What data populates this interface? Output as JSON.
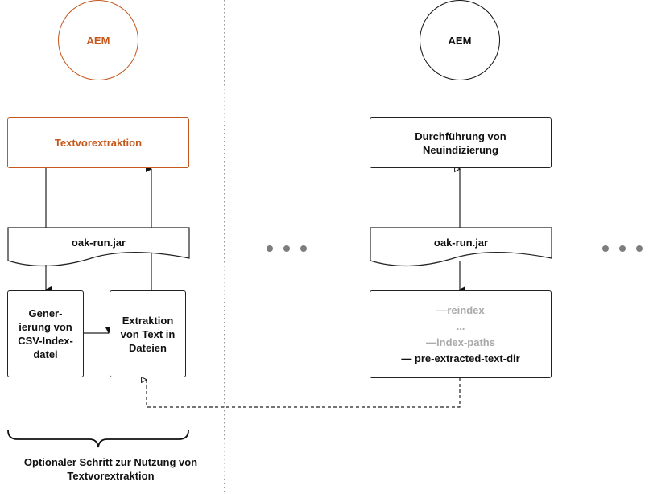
{
  "left": {
    "aem_label": "AEM",
    "textvorextraktion_label": "Textvorextraktion",
    "oak_run_label": "oak-run.jar",
    "csv_box_lines": [
      "Gener-",
      "ierung von",
      "CSV-Index-",
      "datei"
    ],
    "extraction_box_lines": [
      "Extraktion",
      "von Text in",
      "Dateien"
    ],
    "caption_lines": [
      "Optionaler Schritt zur Nutzung von",
      "Textvorextraktion"
    ]
  },
  "right": {
    "aem_label": "AEM",
    "reindex_box_lines": [
      "Durchführung von",
      "Neuindizierung"
    ],
    "oak_run_label": "oak-run.jar",
    "params": {
      "reindex": "—reindex",
      "ellipsis": "...",
      "index_paths": "—index-paths",
      "pre_extracted": "— pre-extracted-text-dir"
    }
  },
  "colors": {
    "accent": "#c4571b",
    "line": "#222222",
    "muted_text": "#aaaaaa",
    "dots": "#7d7d7d"
  }
}
